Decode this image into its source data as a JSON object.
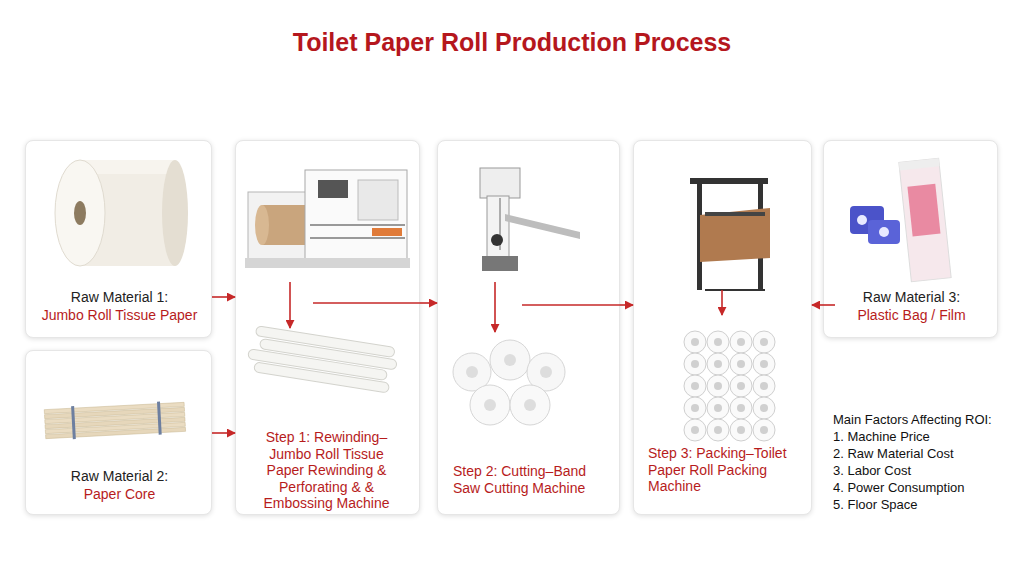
{
  "diagram": {
    "title": "Toilet Paper Roll Production Process",
    "nodes": [
      {
        "text": [
          "Raw Material 1:",
          "Jumbo Roll Tissue Paper"
        ]
      },
      {
        "text": [
          "Raw Material 2:",
          "Paper Core"
        ]
      },
      {
        "text": [
          "Step 1: Rewinding– Jumbo Roll Tissue Paper Rewinding & Perforating & & Embossing Machine"
        ]
      },
      {
        "text": [
          "Step 2: Cutting–Band Saw Cutting Machine"
        ]
      },
      {
        "text": [
          "Step 3: Packing–Toilet Paper Roll Packing Machine"
        ]
      },
      {
        "text": [
          "Raw Material 3:",
          "Plastic Bag / Film"
        ]
      }
    ],
    "edges": [
      {
        "from": 0,
        "to": 2,
        "arrow": "to"
      },
      {
        "from": 1,
        "to": 2,
        "arrow": "to"
      },
      {
        "from": 2,
        "to": 3,
        "arrow": "to"
      },
      {
        "from": 3,
        "to": 4,
        "arrow": "to"
      },
      {
        "from": 5,
        "to": 4,
        "arrow": "to"
      }
    ],
    "labels": [
      "Main Factors Affecting ROI:",
      "1. Machine Price",
      "2. Raw Material Cost",
      "3. Labor Cost",
      "4. Power Consumption",
      "5. Floor Space"
    ]
  }
}
